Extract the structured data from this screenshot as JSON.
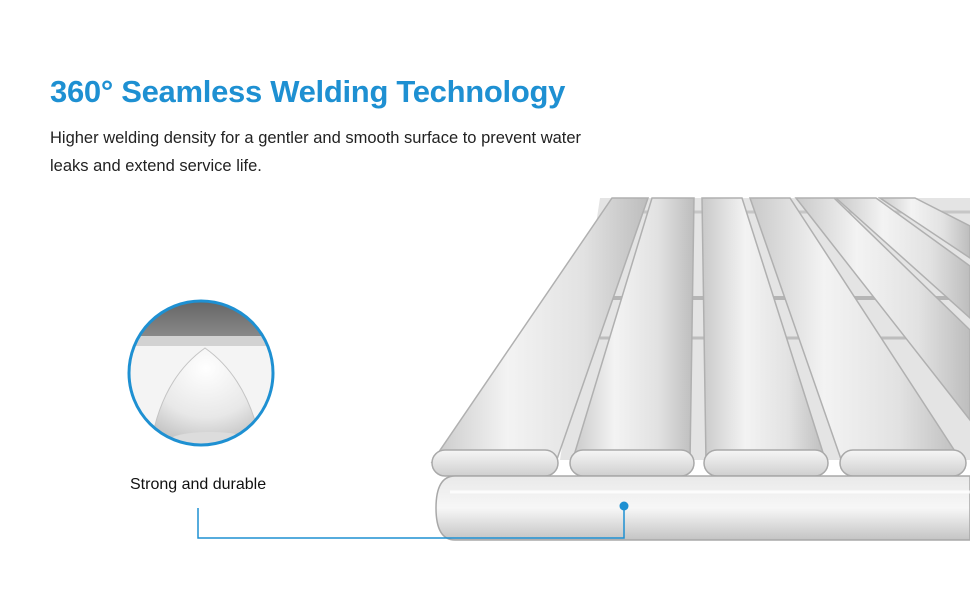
{
  "headline": "360° Seamless Welding Technology",
  "description": "Higher welding density for a gentler and smooth surface to prevent water leaks and extend service life.",
  "callout_label": "Strong and durable",
  "colors": {
    "accent": "#1e90d2",
    "panel_light": "#f2f2f2",
    "panel_mid": "#d8d8d8",
    "panel_shadow": "#b8b8b8",
    "text": "#222222"
  }
}
